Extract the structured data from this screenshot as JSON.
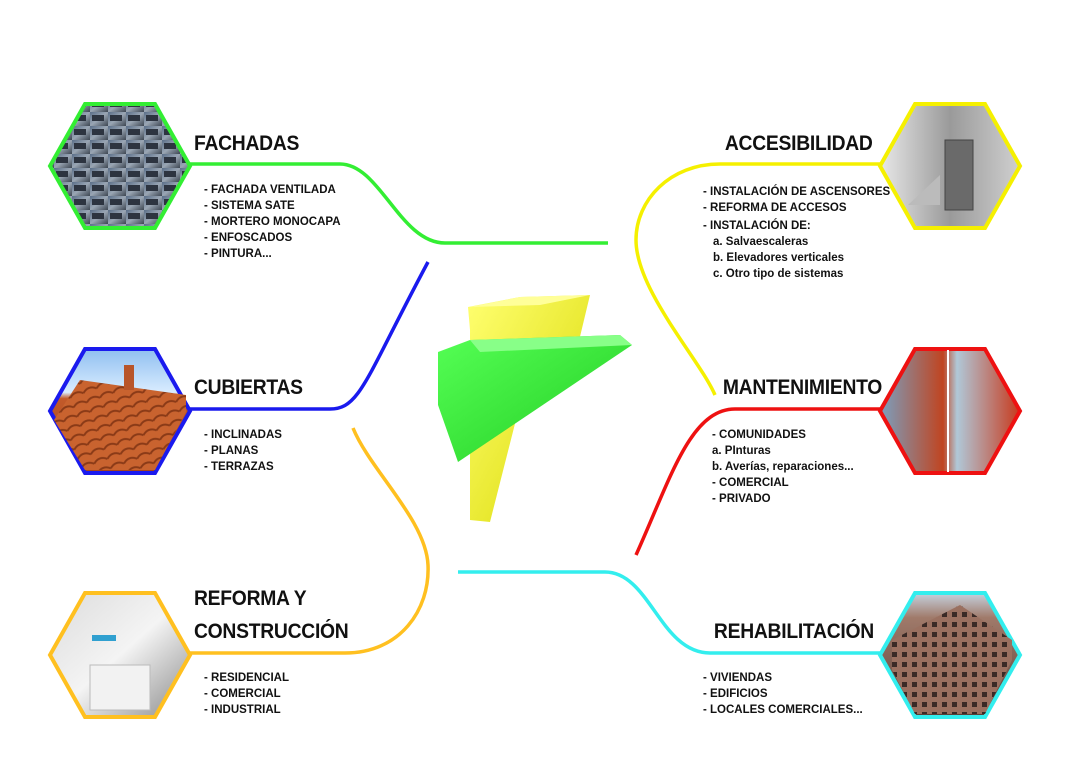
{
  "sections": {
    "fachadas": {
      "title": "FACHADAS",
      "color": "#33ee33",
      "items": [
        "-  FACHADA VENTILADA",
        "-  SISTEMA SATE",
        "-  MORTERO MONOCAPA",
        "-  ENFOSCADOS",
        "-  PINTURA..."
      ]
    },
    "cubiertas": {
      "title": "CUBIERTAS",
      "color": "#1a1aee",
      "items": [
        "-  INCLINADAS",
        "-  PLANAS",
        "-  TERRAZAS"
      ]
    },
    "reforma": {
      "title_line1": "REFORMA Y",
      "title_line2": "CONSTRUCCIÓN",
      "color": "#ffc020",
      "items": [
        "-  RESIDENCIAL",
        "-  COMERCIAL",
        "-  INDUSTRIAL"
      ]
    },
    "accesibilidad": {
      "title": "ACCESIBILIDAD",
      "color": "#f5f000",
      "items": [
        "-  INSTALACIÓN DE ASCENSORES",
        "-  REFORMA DE ACCESOS",
        "-  INSTALACIÓN DE:",
        "a.   Salvaescaleras",
        "b.   Elevadores verticales",
        "c.   Otro tipo de sistemas"
      ]
    },
    "mantenimiento": {
      "title": "MANTENIMIENTO",
      "color": "#ee1111",
      "items": [
        "-  COMUNIDADES",
        "a.   PInturas",
        "b.   Averías, reparaciones...",
        "-  COMERCIAL",
        "-  PRIVADO"
      ]
    },
    "rehabilitacion": {
      "title": "REHABILITACIÓN",
      "color": "#33eeee",
      "items": [
        "-  VIVIENDAS",
        "-  EDIFICIOS",
        "-  LOCALES COMERCIALES..."
      ]
    }
  },
  "logo_colors": {
    "yellow": "#f0f000",
    "green": "#33ee33"
  }
}
